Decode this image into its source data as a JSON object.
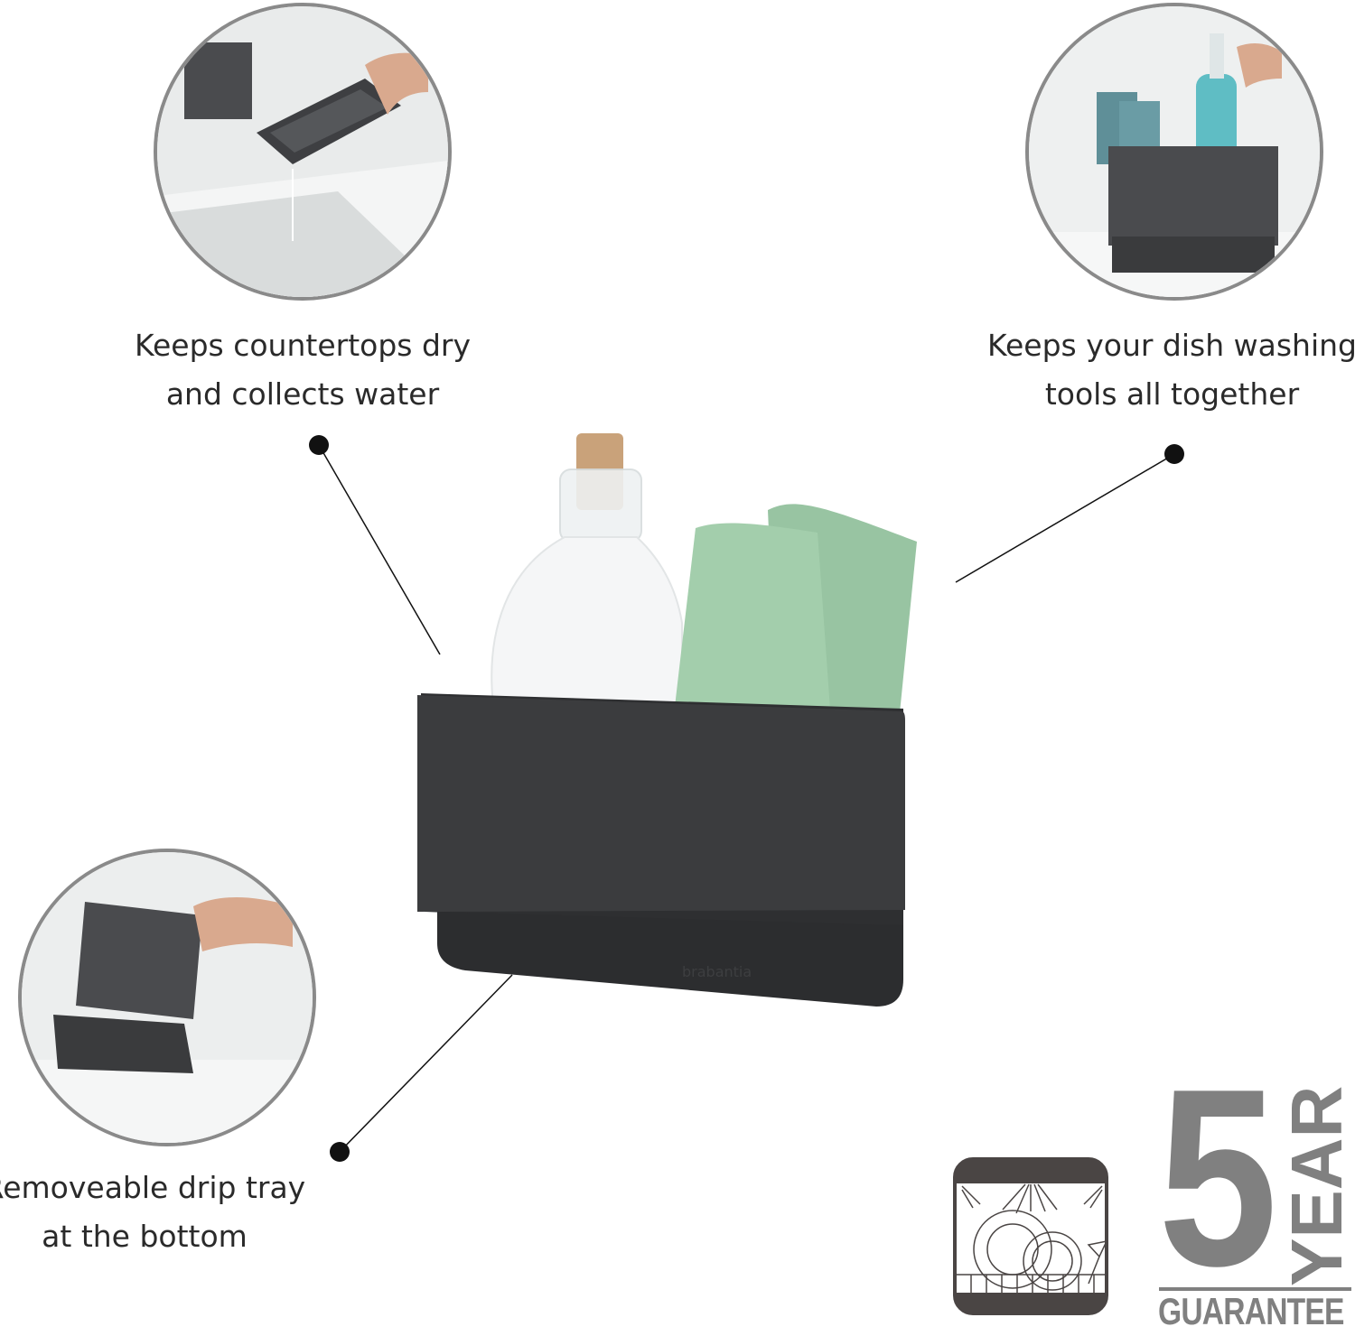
{
  "features": [
    {
      "lines": [
        "Keeps countertops dry",
        "and collects water"
      ]
    },
    {
      "lines": [
        "Keeps your dish washing",
        "tools all together"
      ]
    },
    {
      "lines": [
        "Removeable drip tray",
        "at the bottom"
      ]
    }
  ],
  "product": {
    "brand": "brabantia"
  },
  "badges": {
    "dishwasher_icon": "dishwasher-safe-icon",
    "guarantee_number": "5",
    "guarantee_unit": "YEAR",
    "guarantee_label": "GUARANTEE"
  },
  "colors": {
    "caddy": "#3a3b3d",
    "tray": "#2f3032",
    "cloth": "#9cc7a6",
    "badge": "#808080"
  }
}
